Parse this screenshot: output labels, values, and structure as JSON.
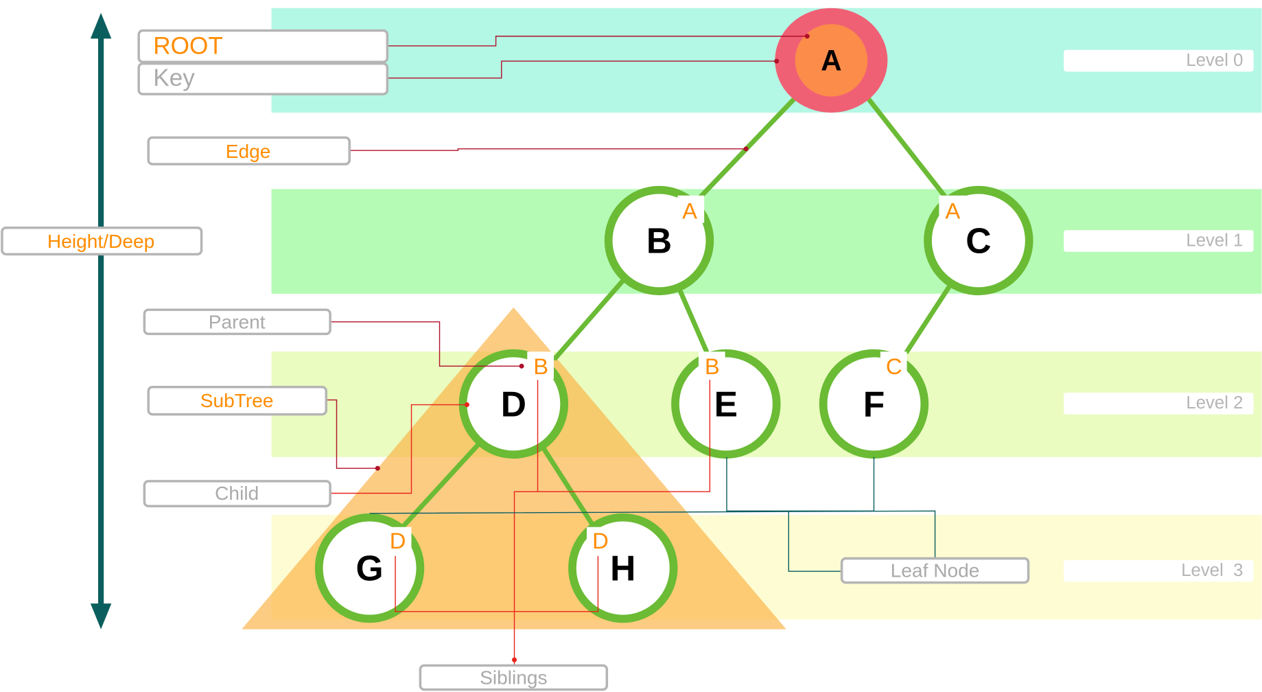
{
  "levels": [
    "Level 0",
    "Level 1",
    "Level 2",
    "Level  3"
  ],
  "level_colors": [
    "#b3f7e5",
    "#b5fbb5",
    "#eafcc0",
    "#fefcd3"
  ],
  "labels": {
    "root": "ROOT",
    "key": "Key",
    "edge": "Edge",
    "height": "Height/Deep",
    "parent": "Parent",
    "subtree": "SubTree",
    "child": "Child",
    "siblings": "Siblings",
    "leaf": "Leaf Node"
  },
  "nodes": {
    "A": {
      "key": "A",
      "parent": ""
    },
    "B": {
      "key": "B",
      "parent": "A"
    },
    "C": {
      "key": "C",
      "parent": "A"
    },
    "D": {
      "key": "D",
      "parent": "B"
    },
    "E": {
      "key": "E",
      "parent": "B"
    },
    "F": {
      "key": "F",
      "parent": "C"
    },
    "G": {
      "key": "G",
      "parent": "D"
    },
    "H": {
      "key": "H",
      "parent": "D"
    }
  },
  "colors": {
    "accent": "#ff8c00",
    "node_stroke": "#6bbb35",
    "root_outer": "#f06075",
    "root_inner": "#fc8c4a",
    "subtree": "#fbb040",
    "arrow": "#0b5e5e"
  }
}
